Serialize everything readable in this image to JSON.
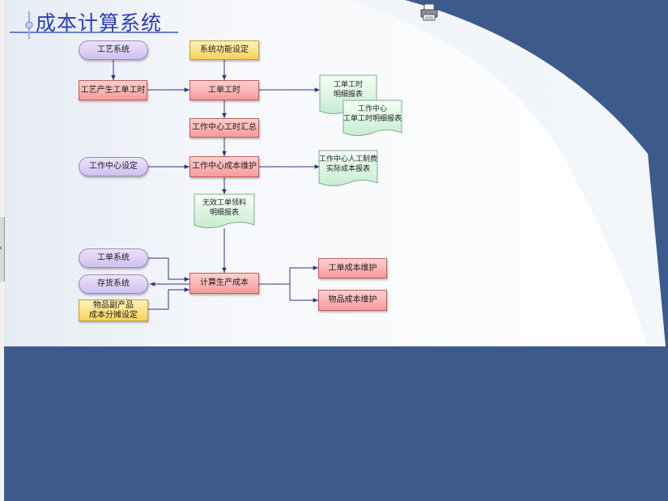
{
  "title": "成本计算系统",
  "icons": {
    "print": "printer-icon",
    "sidebar_arrow": "‹"
  },
  "colors": {
    "background": "#3d5a8c",
    "title": "#2a3cb8",
    "arrow": "#3a2f86"
  },
  "nodes": {
    "craft_system": "工艺系统",
    "sys_config": "系统功能设定",
    "craft_work_order": "工艺产生工单工时",
    "work_order_hours": "工单工时",
    "wc_hours_summary": "工作中心工时汇总",
    "wc_setup": "工作中心设定",
    "wc_cost_maint": "工作中心成本维护",
    "work_order_system": "工单系统",
    "inventory_system": "存货系统",
    "byproduct_setup": "物品副产品\n成本分摊设定",
    "calc_prod_cost": "计算生产成本",
    "wo_cost_maint": "工单成本维护",
    "item_cost_maint": "物品成本维护"
  },
  "docs": {
    "wo_hours_detail": "工单工时\n明细报表",
    "wc_wo_hours_detail": "工作中心\n工单工时明细报表",
    "wc_labor_cost": "工作中心人工制费\n实际成本报表",
    "invalid_material": "无效工单领料\n明细报表"
  }
}
